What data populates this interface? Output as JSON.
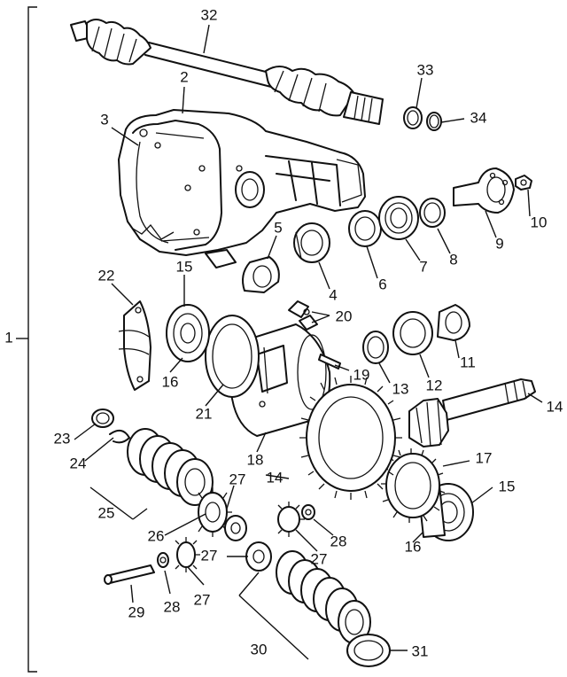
{
  "callouts": {
    "c1": "1",
    "c2": "2",
    "c3": "3",
    "c4": "4",
    "c5": "5",
    "c6": "6",
    "c7": "7",
    "c8": "8",
    "c9": "9",
    "c10": "10",
    "c11": "11",
    "c12": "12",
    "c13": "13",
    "c14a": "14",
    "c14b": "14",
    "c15a": "15",
    "c15b": "15",
    "c16a": "16",
    "c16b": "16",
    "c17": "17",
    "c18": "18",
    "c19": "19",
    "c20": "20",
    "c21": "21",
    "c22": "22",
    "c23": "23",
    "c24": "24",
    "c25": "25",
    "c26": "26",
    "c27a": "27",
    "c27b": "27",
    "c27c": "27",
    "c27d": "27",
    "c28a": "28",
    "c28b": "28",
    "c29": "29",
    "c30": "30",
    "c31": "31",
    "c32": "32",
    "c33": "33",
    "c34": "34"
  }
}
